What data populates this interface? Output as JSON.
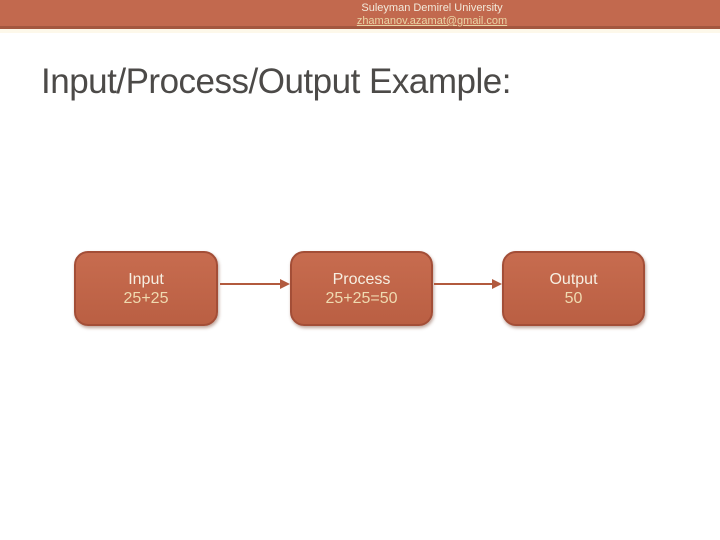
{
  "header": {
    "line1": "Suleyman Demirel University",
    "line2": "zhamanov.azamat@gmail.com"
  },
  "title": "Input/Process/Output Example:",
  "diagram": {
    "nodes": [
      {
        "label": "Input",
        "value": "25+25"
      },
      {
        "label": "Process",
        "value": "25+25=50"
      },
      {
        "label": "Output",
        "value": "50"
      }
    ],
    "connectors": [
      "arrow-right",
      "arrow-right"
    ]
  },
  "colors": {
    "header_bar": "#c2694e",
    "header_bar_edge": "#a3573f",
    "header_strip": "#fdf8ea",
    "header_line1_text": "#f2e9da",
    "header_line2_text": "#e9d5a6",
    "title_text": "#4c4a48",
    "box_fill": "#bf6347",
    "box_border": "#a34e37",
    "box_label_text": "#f6efe2",
    "box_value_text": "#efdab0",
    "arrow": "#b25a3e",
    "background": "#ffffff"
  }
}
